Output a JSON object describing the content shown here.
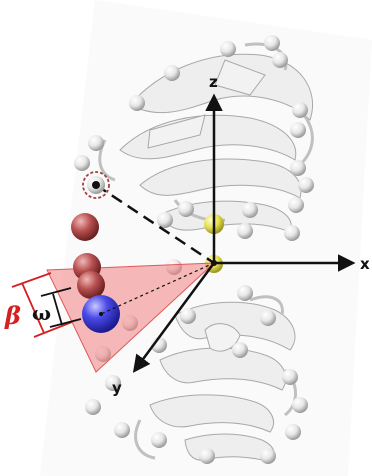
{
  "axes": {
    "x": "x",
    "y": "y",
    "z": "z"
  },
  "angles": {
    "beta": "β",
    "omega": "ω"
  },
  "colors": {
    "cone_fill": "#f08080",
    "cone_stroke": "#e05a5a",
    "beta_marker": "#d42020",
    "origin_bead": "#e8e050",
    "tracked_bead": "#3a3ae0",
    "probe_beads": "#b04848",
    "protein_beads": "#e8e8e8",
    "ribbon": "#ececec"
  }
}
